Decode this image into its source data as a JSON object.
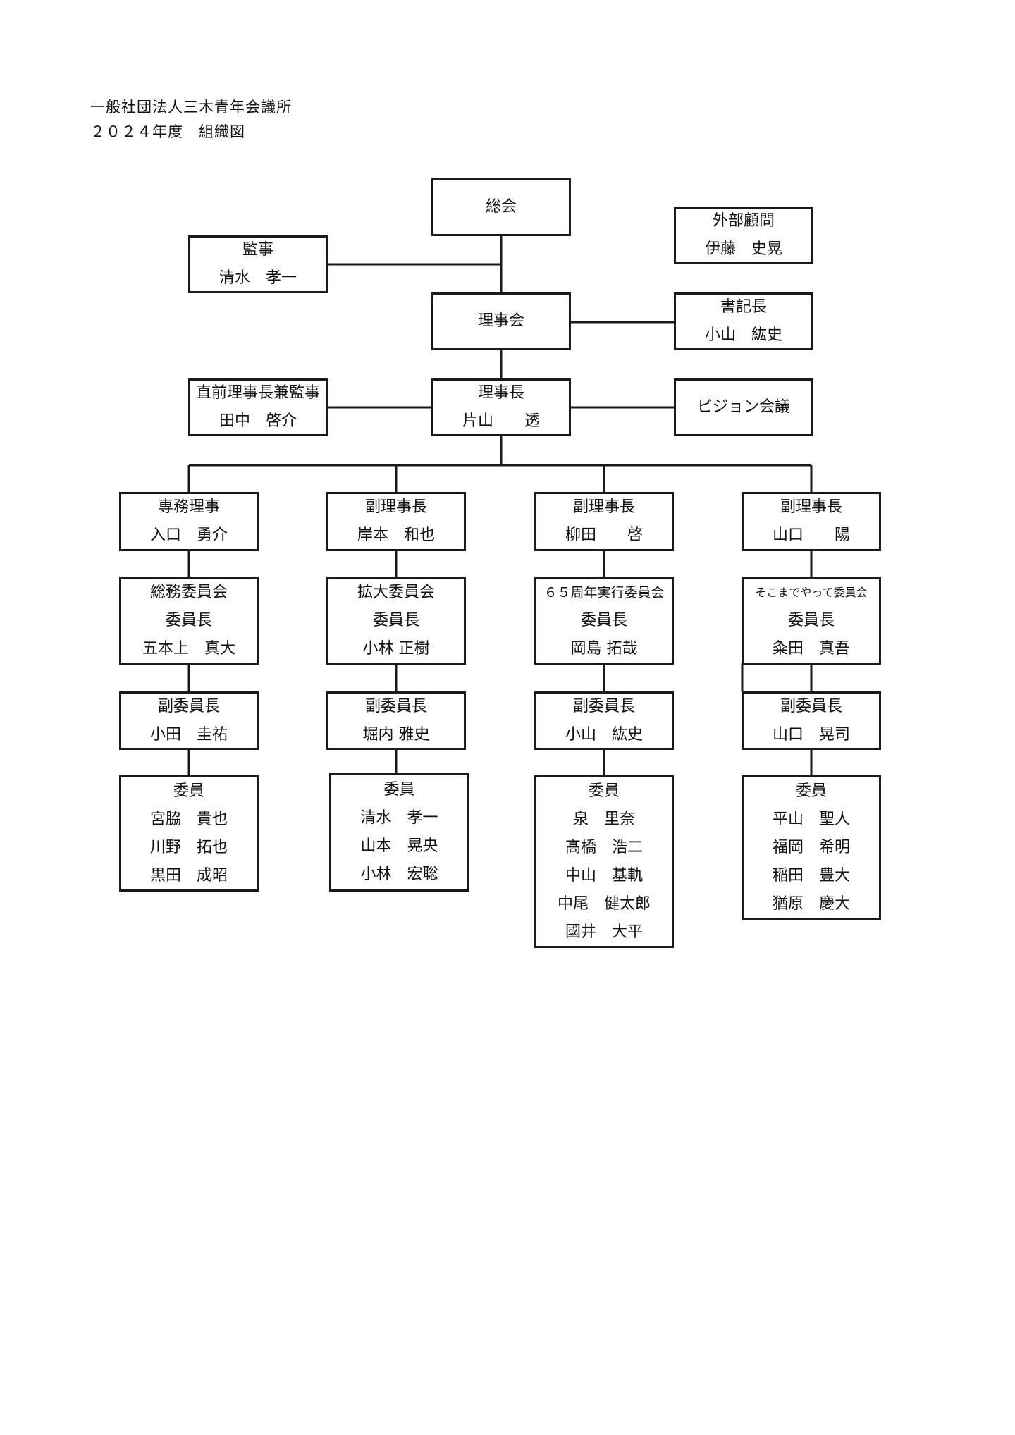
{
  "header": {
    "org": "一般社団法人三木青年会議所",
    "subtitle": "２０２４年度　組織図"
  },
  "nodes": {
    "sokai": [
      "総会"
    ],
    "kansa": [
      "監事",
      "清水　孝一"
    ],
    "gaibu": [
      "外部顧問",
      "伊藤　史晃"
    ],
    "rijikai": [
      "理事会"
    ],
    "shokicho": [
      "書記長",
      "小山　紘史"
    ],
    "chokuzen": [
      "直前理事長兼監事",
      "田中　啓介"
    ],
    "rijicho": [
      "理事長",
      "片山　　透"
    ],
    "vision": [
      "ビジョン会議"
    ],
    "senmu": [
      "専務理事",
      "入口　勇介"
    ],
    "fuku1": [
      "副理事長",
      "岸本　和也"
    ],
    "fuku2": [
      "副理事長",
      "柳田　　啓"
    ],
    "fuku3": [
      "副理事長",
      "山口　　陽"
    ],
    "soumu": [
      "総務委員会",
      "委員長",
      "五本上　真大"
    ],
    "kakudai": [
      "拡大委員会",
      "委員長",
      "小林 正樹"
    ],
    "anniv": [
      "６５周年実行委員会",
      "委員長",
      "岡島 拓哉"
    ],
    "sokomade": [
      "そこまでやって委員会",
      "委員長",
      "粂田　真吾"
    ],
    "fukui1": [
      "副委員長",
      "小田　圭祐"
    ],
    "fukui2": [
      "副委員長",
      "堀内 雅史"
    ],
    "fukui3": [
      "副委員長",
      "小山　紘史"
    ],
    "fukui4": [
      "副委員長",
      "山口　晃司"
    ],
    "iin1": [
      "委員",
      "宮脇　貴也",
      "川野　拓也",
      "黒田　成昭"
    ],
    "iin2": [
      "委員",
      "清水　孝一",
      "山本　晃央",
      "小林　宏聡"
    ],
    "iin3": [
      "委員",
      "泉　里奈",
      "髙橋　浩二",
      "中山　基軌",
      "中尾　健太郎",
      "國井　大平"
    ],
    "iin4": [
      "委員",
      "平山　聖人",
      "福岡　希明",
      "稲田　豊大",
      "猶原　慶大"
    ]
  },
  "colors": {
    "line": "#1a1a1a",
    "text": "#111111",
    "background": "#ffffff"
  }
}
